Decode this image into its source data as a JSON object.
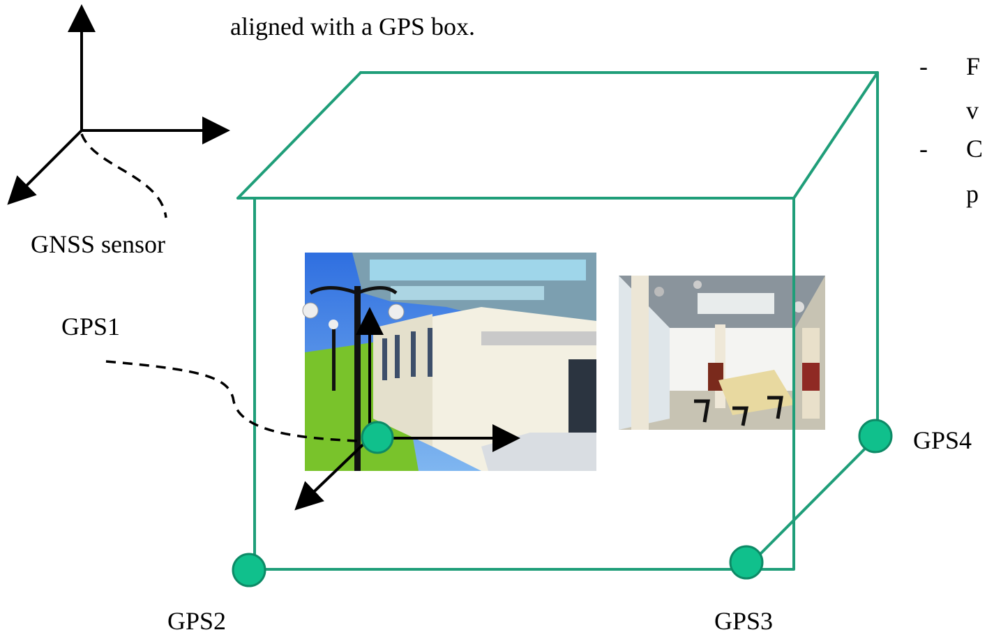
{
  "caption_top": "aligned with a GPS box.",
  "bullets": [
    {
      "dash": "-",
      "lines": [
        "F",
        "v"
      ]
    },
    {
      "dash": "-",
      "lines": [
        "C",
        "p"
      ]
    }
  ],
  "labels": {
    "gnss_sensor": "GNSS sensor",
    "gps1": "GPS1",
    "gps2": "GPS2",
    "gps3": "GPS3",
    "gps4": "GPS4"
  },
  "images": [
    {
      "name": "outdoor-scene",
      "description": "outdoor building scene"
    },
    {
      "name": "meeting-room-scene",
      "description": "meeting room scene"
    }
  ],
  "colors": {
    "box_edge": "#1f9e79",
    "node_fill": "#10c08c"
  }
}
